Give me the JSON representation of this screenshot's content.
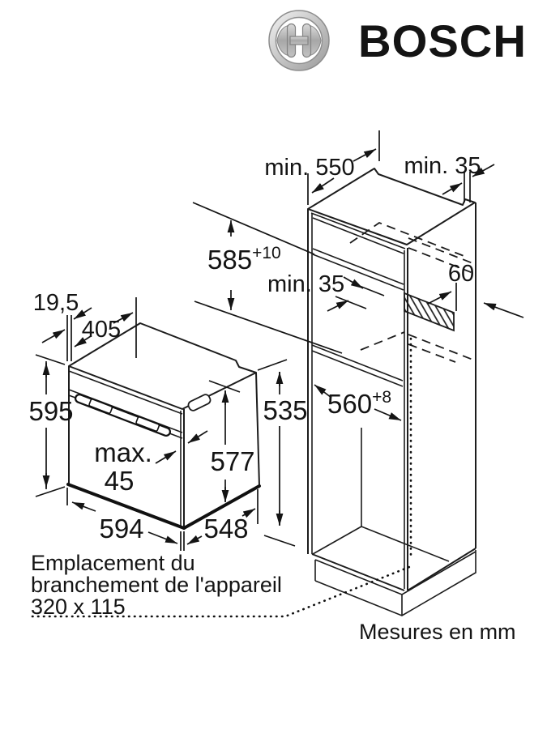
{
  "brand": {
    "wordmark": "BOSCH",
    "logo_icon": "bosch-armature-logo",
    "color_red": "#e30613"
  },
  "cabinet_dims": {
    "depth": "min. 550",
    "rear_gap_top": "min. 35",
    "niche_height": "585",
    "niche_height_tol": "+10",
    "rear_shelf_gap": "min. 35",
    "vent_depth": "60",
    "niche_width": "560",
    "niche_width_tol": "+8"
  },
  "oven_dims": {
    "door_offset": "19,5",
    "top_depth": "405",
    "height": "595",
    "rear_height": "535",
    "door_max_line1": "max.",
    "door_max_line2": "45",
    "front_height": "577",
    "width": "594",
    "depth": "548"
  },
  "notes": {
    "connection_line1": "Emplacement du",
    "connection_line2": "branchement de l'appareil",
    "connection_line3": "320 x 115",
    "units_note": "Mesures en mm"
  }
}
